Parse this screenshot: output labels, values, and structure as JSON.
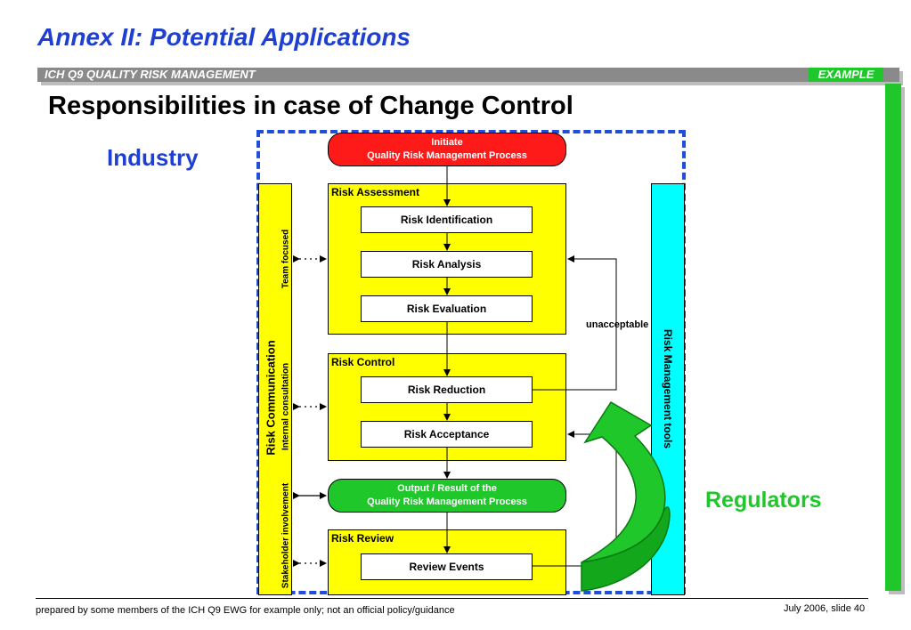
{
  "header": {
    "title": "Annex II: Potential Applications",
    "banner": "ICH Q9 QUALITY RISK MANAGEMENT",
    "badge": "EXAMPLE",
    "subtitle": "Responsibilities in case of Change Control"
  },
  "labels": {
    "industry": "Industry",
    "regulators": "Regulators"
  },
  "diagram": {
    "initiate": {
      "line1": "Initiate",
      "line2": "Quality Risk Management Process"
    },
    "risk_assessment": {
      "label": "Risk Assessment",
      "steps": [
        "Risk Identification",
        "Risk Analysis",
        "Risk Evaluation"
      ]
    },
    "risk_control": {
      "label": "Risk Control",
      "steps": [
        "Risk Reduction",
        "Risk Acceptance"
      ]
    },
    "output": {
      "line1": "Output / Result of the",
      "line2": "Quality Risk Management Process"
    },
    "risk_review": {
      "label": "Risk Review",
      "steps": [
        "Review Events"
      ]
    },
    "unacceptable": "unacceptable",
    "risk_communication": "Risk Communication",
    "team_focused": "Team focused",
    "internal_consultation": "Internal consultation",
    "stakeholder_involvement": "Stakeholder involvement",
    "risk_management_tools": "Risk Management tools"
  },
  "colors": {
    "title_blue": "#1f3fd0",
    "green": "#1fc72a",
    "yellow": "#ffff00",
    "cyan": "#00ffff",
    "red": "#ff1a1a"
  },
  "footer": {
    "left": "prepared by some members of the ICH Q9 EWG for example only; not an official policy/guidance",
    "right": "July 2006, slide 40"
  }
}
